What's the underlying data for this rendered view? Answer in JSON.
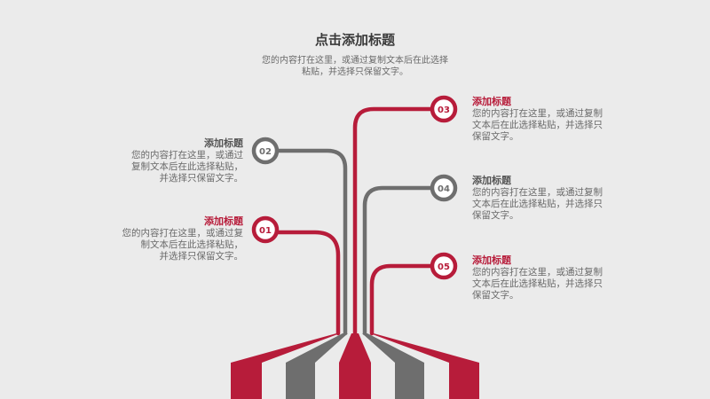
{
  "colors": {
    "accent": "#b71c3a",
    "gray": "#6e6e6e",
    "background": "#ebebeb"
  },
  "header": {
    "title": "点击添加标题",
    "subtitle_line1": "您的内容打在这里，或通过复制文本后在此选择",
    "subtitle_line2": "粘贴，并选择只保留文字。"
  },
  "items": [
    {
      "number": "01",
      "title": "添加标题",
      "color": "#b71c3a",
      "lines": [
        "您的内容打在这里，或通过复",
        "制文本后在此选择粘贴，",
        "并选择只保留文字。"
      ]
    },
    {
      "number": "02",
      "title": "添加标题",
      "color": "#6e6e6e",
      "lines": [
        "您的内容打在这里，或通过",
        "复制文本后在此选择粘贴，",
        "并选择只保留文字。"
      ]
    },
    {
      "number": "03",
      "title": "添加标题",
      "color": "#b71c3a",
      "lines": [
        "您的内容打在这里，或通过复制",
        "文本后在此选择粘贴，并选择只",
        "保留文字。"
      ]
    },
    {
      "number": "04",
      "title": "添加标题",
      "color": "#6e6e6e",
      "lines": [
        "您的内容打在这里，或通过复制",
        "文本后在此选择粘贴，并选择只",
        "保留文字。"
      ]
    },
    {
      "number": "05",
      "title": "添加标题",
      "color": "#b71c3a",
      "lines": [
        "您的内容打在这里，或通过复制",
        "文本后在此选择粘贴，并选择只",
        "保留文字。"
      ]
    }
  ]
}
